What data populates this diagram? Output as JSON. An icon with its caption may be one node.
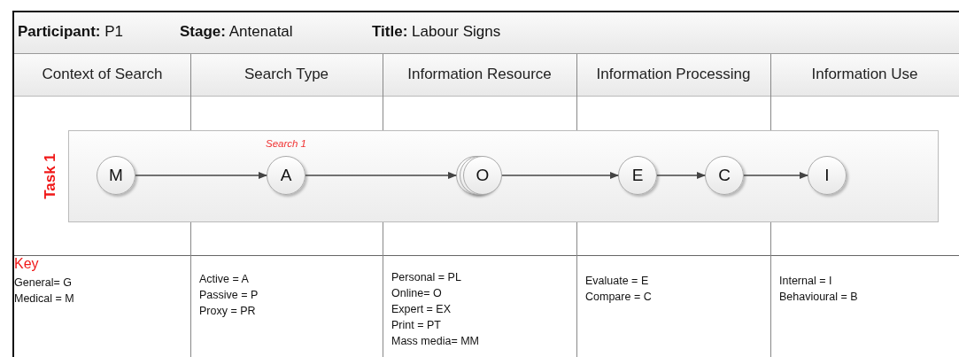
{
  "diagram": {
    "nodes": [
      {
        "text": [
          "Task 1"
        ]
      },
      {
        "text": [
          "M"
        ],
        "in": 0
      },
      {
        "text": [
          "A"
        ],
        "in": 0,
        "beside": [
          "Search 1"
        ]
      },
      {
        "text": [
          "O"
        ],
        "in": 0
      },
      {
        "text": [
          "E"
        ],
        "in": 0
      },
      {
        "text": [
          "C"
        ],
        "in": 0
      },
      {
        "text": [
          "I"
        ],
        "in": 0
      }
    ],
    "edges": [
      {
        "from": 1,
        "to": 2,
        "arrow": "to"
      },
      {
        "from": 2,
        "to": 3,
        "arrow": "to"
      },
      {
        "from": 3,
        "to": 4,
        "arrow": "to"
      },
      {
        "from": 4,
        "to": 5,
        "arrow": "to"
      },
      {
        "from": 5,
        "to": 6,
        "arrow": "to"
      }
    ],
    "labels": [
      "**Participant:** P1",
      "**Stage:** Antenatal",
      "**Title:** Labour Signs",
      "Context of Search",
      "Search Type",
      "Information Resource",
      "Information Processing",
      "Information Use",
      "Key",
      "General= G",
      "Medical = M",
      "Active = A",
      "Passive = P",
      "Proxy = PR",
      "Personal = PL",
      "Online= O",
      "Expert = EX",
      "Print = PT",
      "Mass media= MM",
      "Evaluate = E",
      "Compare = C",
      "Internal = I",
      "Behavioural = B"
    ]
  }
}
